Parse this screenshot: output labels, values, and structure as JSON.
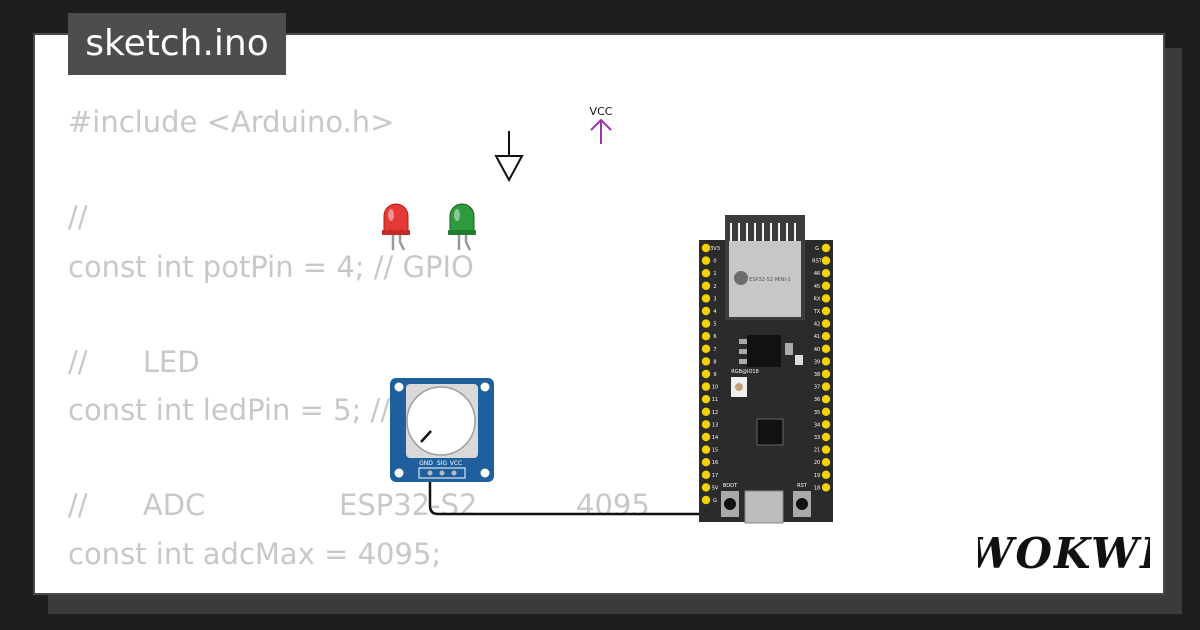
{
  "title": "sketch.ino",
  "code": {
    "line1": "#include <Arduino.h>",
    "line2": "//",
    "line3": "const int potPin = 4; // GPIO",
    "line4": "//      LED",
    "line5": "const int ledPin = 5; //",
    "line6": "//      ADC",
    "line6_b": "ESP32-S2",
    "line6_c": "4095",
    "line7": "const int adcMax = 4095;"
  },
  "vcc_label": "VCC",
  "potentiometer": {
    "pins": [
      "GND",
      "SIG",
      "VCC"
    ]
  },
  "board": {
    "module_label": "ESP32-S2-MINI-1",
    "rgb_label": "RGB@IO18",
    "boot_label": "BOOT",
    "rst_label": "RST",
    "left_pins": [
      "3V3",
      "0",
      "1",
      "2",
      "3",
      "4",
      "5",
      "6",
      "7",
      "8",
      "9",
      "10",
      "11",
      "12",
      "13",
      "14",
      "15",
      "16",
      "17",
      "5V",
      "G"
    ],
    "right_pins": [
      "G",
      "RST",
      "46",
      "45",
      "RX",
      "TX",
      "42",
      "41",
      "40",
      "39",
      "38",
      "37",
      "36",
      "35",
      "34",
      "33",
      "21",
      "20",
      "19",
      "18"
    ]
  },
  "brand": "WOKWI",
  "colors": {
    "tab_bg": "#4d4d4d",
    "code_text": "#c8c8c8",
    "led_red": "#e53935",
    "led_green": "#2e9b3e",
    "pot_body": "#1f5f9e",
    "board_bg": "#2b2b2b",
    "pin_yellow": "#f5d300",
    "vcc_purple": "#9b2fae"
  }
}
